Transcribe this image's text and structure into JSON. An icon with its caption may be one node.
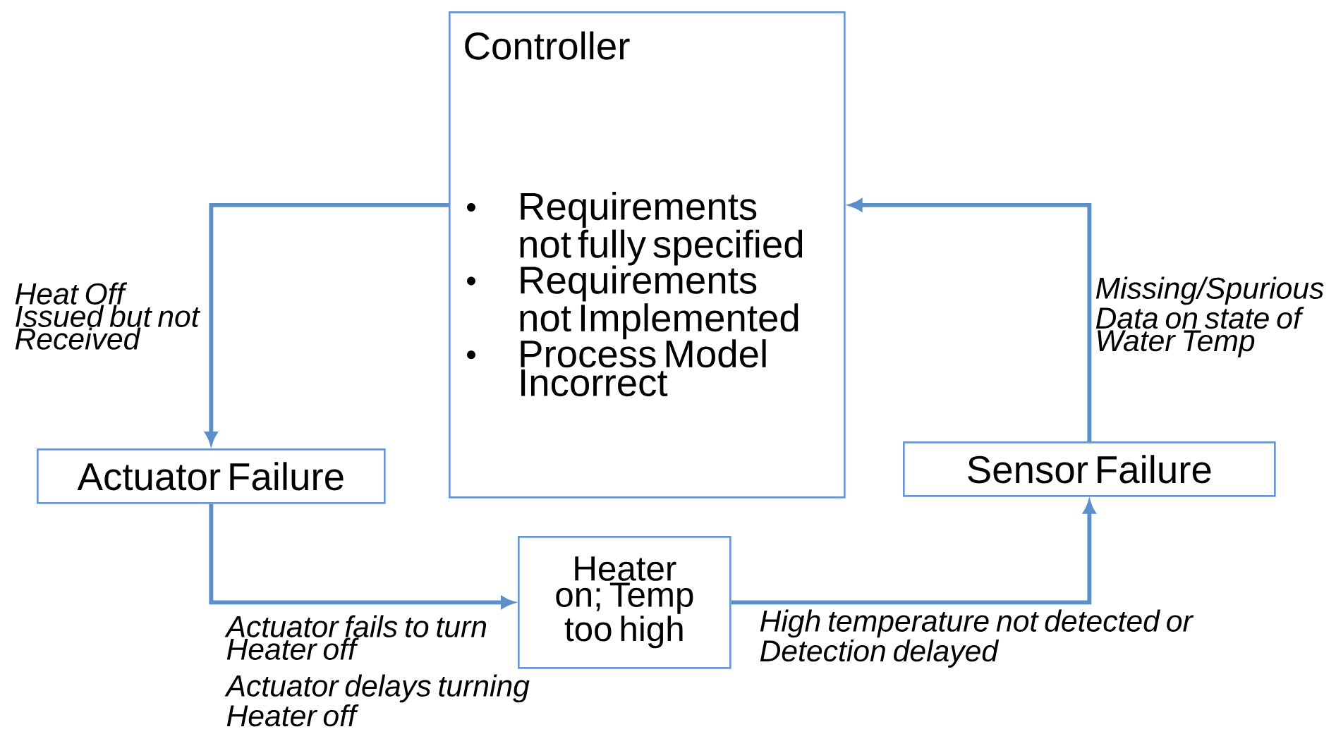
{
  "diagram": {
    "nodes": [
      {
        "text": [
          "Controller",
          "Requirements not fully specified",
          "Requirements not Implemented",
          "Process Model Incorrect"
        ]
      },
      {
        "text": [
          "Actuator Failure"
        ]
      },
      {
        "text": [
          "Heater on; Temp too high"
        ]
      },
      {
        "text": [
          "Sensor Failure"
        ]
      }
    ],
    "edges": [
      {
        "from": 0,
        "to": 1,
        "arrow": "to",
        "label": "Heat Off Issued but not Received"
      },
      {
        "from": 1,
        "to": 2,
        "arrow": "to",
        "label": "Actuator fails to turn Heater off"
      },
      {
        "from": 2,
        "to": 3,
        "arrow": "to",
        "label": "High temperature not detected or Detection delayed"
      },
      {
        "from": 3,
        "to": 0,
        "arrow": "to",
        "label": "Missing/Spurious Data on state of Water Temp"
      }
    ],
    "labels": [
      "Actuator delays turning Heater off"
    ]
  }
}
